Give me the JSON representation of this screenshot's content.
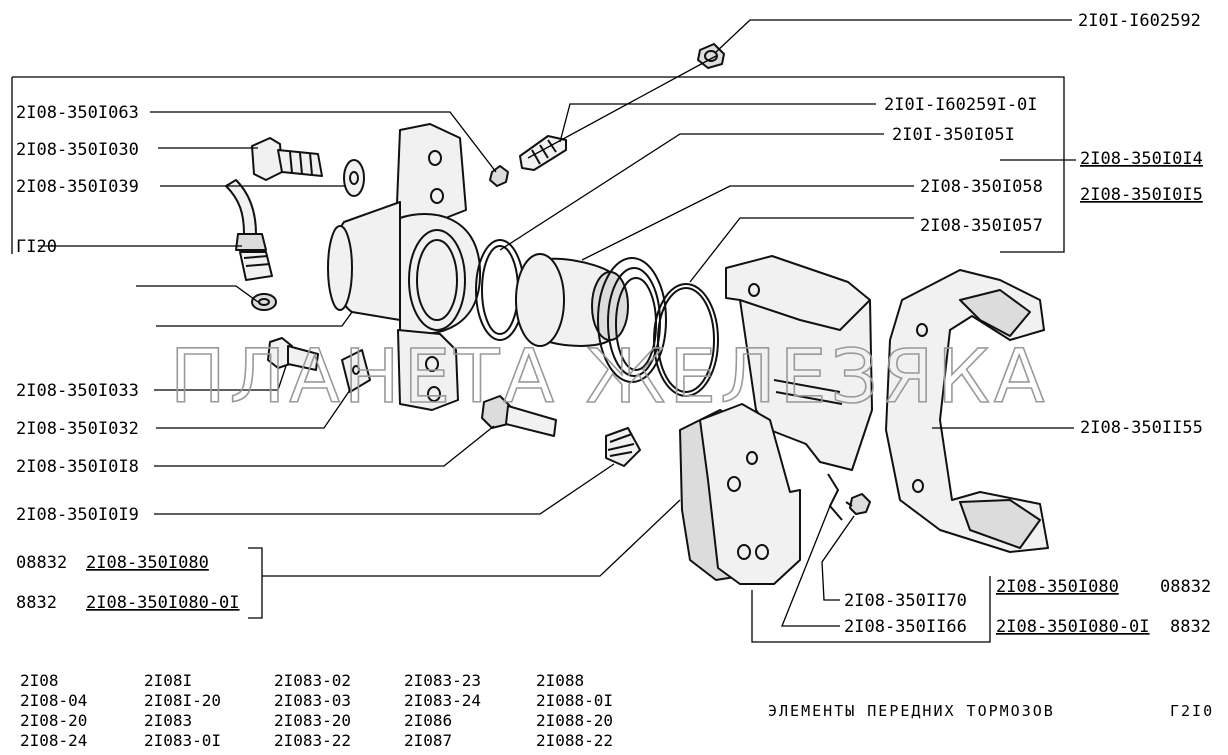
{
  "labels": {
    "l1": "2I0I-I602592",
    "l2": "2I08-350I063",
    "l3": "2I0I-I60259I-0I",
    "l4": "2I08-350I030",
    "l5": "2I0I-350I05I",
    "l6": "2I08-350I0I4",
    "l7": "2I08-350I039",
    "l8": "2I08-350I058",
    "l9": "2I08-350I0I5",
    "l10": "2I08-350I057",
    "l11": "ГI20",
    "l12": "2I08-350I033",
    "l13": "2I08-350II55",
    "l14": "2I08-350I032",
    "l15": "2I08-350I0I8",
    "l16": "2I08-350I0I9",
    "l17_code": "08832",
    "l17": "2I08-350I080",
    "l18_code": "8832",
    "l18": "2I08-350I080-0I",
    "l19": "2I08-350II70",
    "l20": "2I08-350I080",
    "l20_code": "08832",
    "l21": "2I08-350II66",
    "l22": "2I08-350I080-0I",
    "l22_code": "8832"
  },
  "models": [
    [
      "2I08",
      "2I08-04",
      "2I08-20",
      "2I08-24"
    ],
    [
      "2I08I",
      "2I08I-20",
      "2I083",
      "2I083-0I"
    ],
    [
      "2I083-02",
      "2I083-03",
      "2I083-20",
      "2I083-22"
    ],
    [
      "2I083-23",
      "2I083-24",
      "2I086",
      "2I087"
    ],
    [
      "2I088",
      "2I088-0I",
      "2I088-20",
      "2I088-22"
    ]
  ],
  "caption": "ЭЛЕМЕНТЫ ПЕРЕДНИХ ТОРМОЗОВ",
  "page_number": "Г2I0",
  "watermark": "ПЛАНЕТА ЖЕЛЕЗЯКА"
}
